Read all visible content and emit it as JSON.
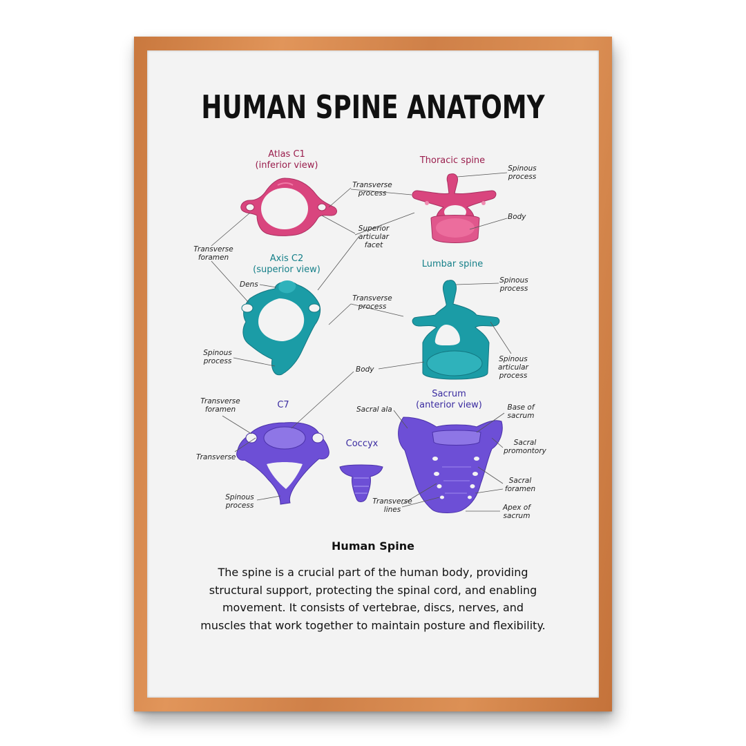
{
  "title": "HUMAN SPINE ANATOMY",
  "colors": {
    "frame": "#d3874c",
    "paper": "#f3f3f3",
    "pink": "#d9457e",
    "teal": "#1b9ca6",
    "purple": "#6d4fd6",
    "pink_heading": "#9a1e4d",
    "teal_heading": "#147f88",
    "purple_heading": "#3a2ba0"
  },
  "sections": {
    "atlas": {
      "heading_line1": "Atlas C1",
      "heading_line2": "(inferior view)"
    },
    "thoracic": {
      "heading": "Thoracic spine"
    },
    "axis": {
      "heading_line1": "Axis C2",
      "heading_line2": "(superior view)"
    },
    "lumbar": {
      "heading": "Lumbar spine"
    },
    "c7": {
      "heading": "C7"
    },
    "coccyx": {
      "heading": "Coccyx"
    },
    "sacrum": {
      "heading_line1": "Sacrum",
      "heading_line2": "(anterior view)"
    }
  },
  "labels": {
    "transverse_process_1": [
      "Transverse",
      "process"
    ],
    "superior_articular_facet": [
      "Superior",
      "articular",
      "facet"
    ],
    "transverse_foramen_1": [
      "Transverse",
      "foramen"
    ],
    "thoracic_spinous_process": [
      "Spinous",
      "process"
    ],
    "thoracic_body": "Body",
    "dens": "Dens",
    "transverse_process_2": [
      "Transverse",
      "process"
    ],
    "axis_spinous_process": [
      "Spinous",
      "process"
    ],
    "lumbar_spinous_process": [
      "Spinous",
      "process"
    ],
    "spinous_articular_process": [
      "Spinous",
      "articular",
      "process"
    ],
    "body_2": "Body",
    "transverse_foramen_2": [
      "Transverse",
      "foramen"
    ],
    "transverse": "Transverse",
    "c7_spinous_process": [
      "Spinous",
      "process"
    ],
    "sacral_ala": "Sacral ala",
    "base_of_sacrum": [
      "Base of",
      "sacrum"
    ],
    "sacral_promontory": [
      "Sacral",
      "promontory"
    ],
    "sacral_foramen": [
      "Sacral",
      "foramen"
    ],
    "transverse_lines": [
      "Transverse",
      "lines"
    ],
    "apex_of_sacrum": [
      "Apex of",
      "sacrum"
    ]
  },
  "description": {
    "title": "Human Spine",
    "body": "The spine is a crucial part of the human body, providing structural support, protecting the spinal cord, and enabling movement. It consists of vertebrae, discs, nerves, and muscles that work together to maintain posture and flexibility."
  }
}
